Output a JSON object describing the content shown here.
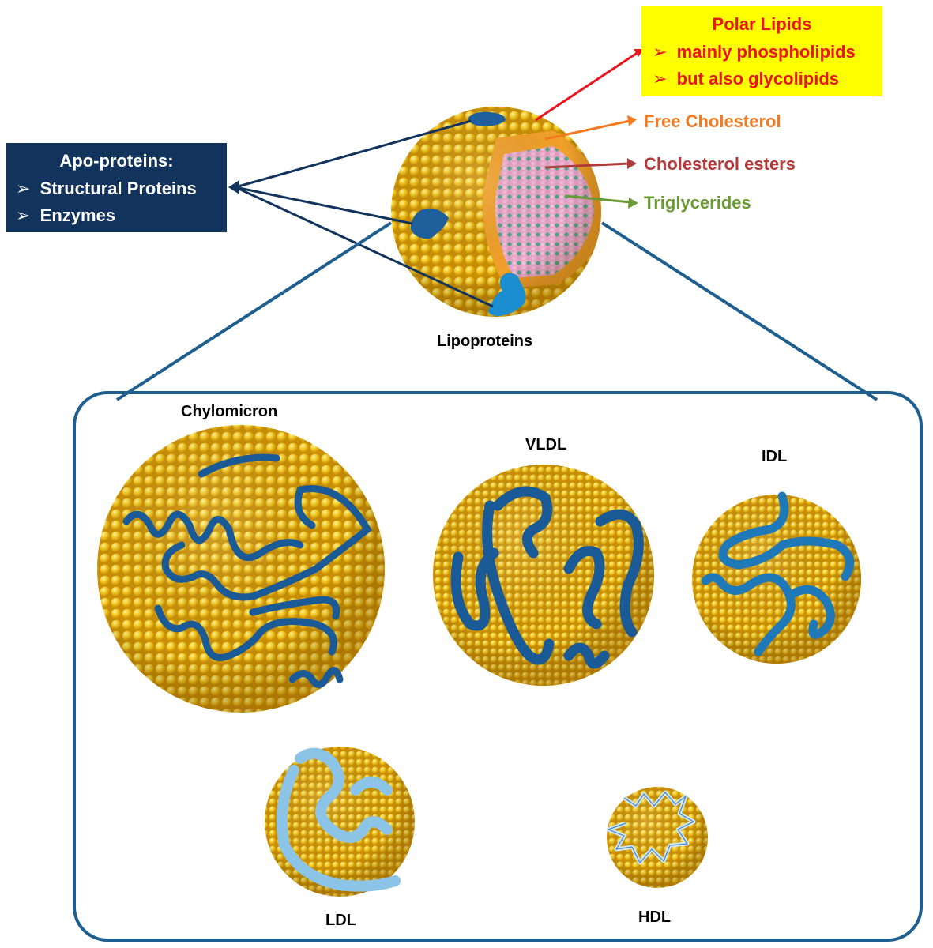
{
  "apo_box": {
    "title": "Apo-proteins:",
    "items": [
      "Structural Proteins",
      "Enzymes"
    ],
    "bullet": "➢"
  },
  "polar_box": {
    "title": "Polar Lipids",
    "items": [
      "mainly phospholipids",
      "but also glycolipids"
    ],
    "bullet": "➢"
  },
  "core_labels": {
    "free_cholesterol": "Free Cholesterol",
    "cholesterol_esters": "Cholesterol esters",
    "triglycerides": "Triglycerides"
  },
  "main_label": "Lipoproteins",
  "particles": {
    "chylomicron": "Chylomicron",
    "vldl": "VLDL",
    "idl": "IDL",
    "ldl": "LDL",
    "hdl": "HDL"
  },
  "colors": {
    "apo_box_bg": "#12345c",
    "polar_box_bg": "#ffff00",
    "polar_text": "#e8161e",
    "free_cholesterol": "#f47a20",
    "cholesterol_esters": "#b23a3a",
    "triglycerides": "#6a9a34",
    "lipid_yellow": "#f2c21a",
    "protein_blue": "#1f5f9c",
    "protein_light_blue": "#8cc4e8",
    "frame": "#1f5f8f"
  }
}
